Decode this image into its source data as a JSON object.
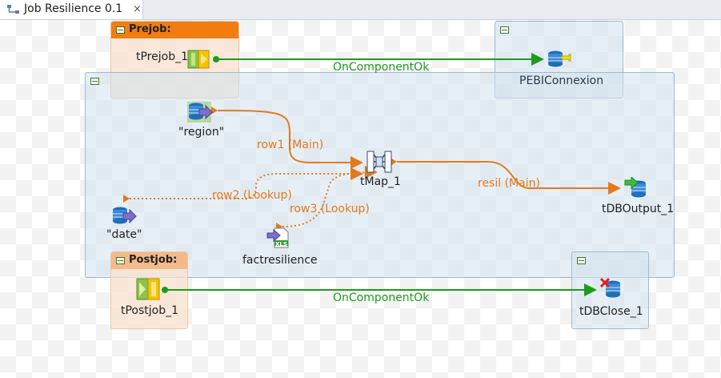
{
  "tab": {
    "title": "Job Resilience 0.1",
    "close": "×"
  },
  "subjobs": {
    "prejob": {
      "title": "Prejob:"
    },
    "postjob": {
      "title": "Postjob:"
    }
  },
  "components": {
    "tprejob": "tPrejob_1",
    "pebi": "PEBIConnexion",
    "region": "\"region\"",
    "date": "\"date\"",
    "tmap": "tMap_1",
    "factresilience": "factresilience",
    "tdboutput": "tDBOutput_1",
    "tpostjob": "tPostjob_1",
    "tdbclose": "tDBClose_1",
    "xls_badge": "XLS"
  },
  "links": {
    "oncomponentok_top": "OnComponentOk",
    "row1": "row1 (Main)",
    "row2": "row2 (Lookup)",
    "row3": "row3 (Lookup)",
    "resil": "resil (Main)",
    "oncomponentok_bottom": "OnComponentOk"
  },
  "colors": {
    "trigger_green": "#1f9a1f",
    "row_orange": "#e27a1c",
    "prejob_header": "#f07c12",
    "postjob_header": "#f2b98b"
  }
}
